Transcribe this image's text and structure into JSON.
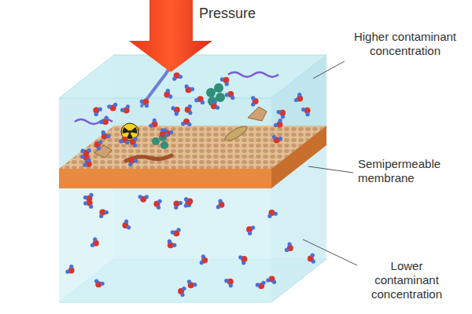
{
  "diagram": {
    "labels": [
      "Pressure",
      "Higher contaminant concentration",
      "Semipermeable membrane",
      "Lower contaminant concentration"
    ]
  }
}
